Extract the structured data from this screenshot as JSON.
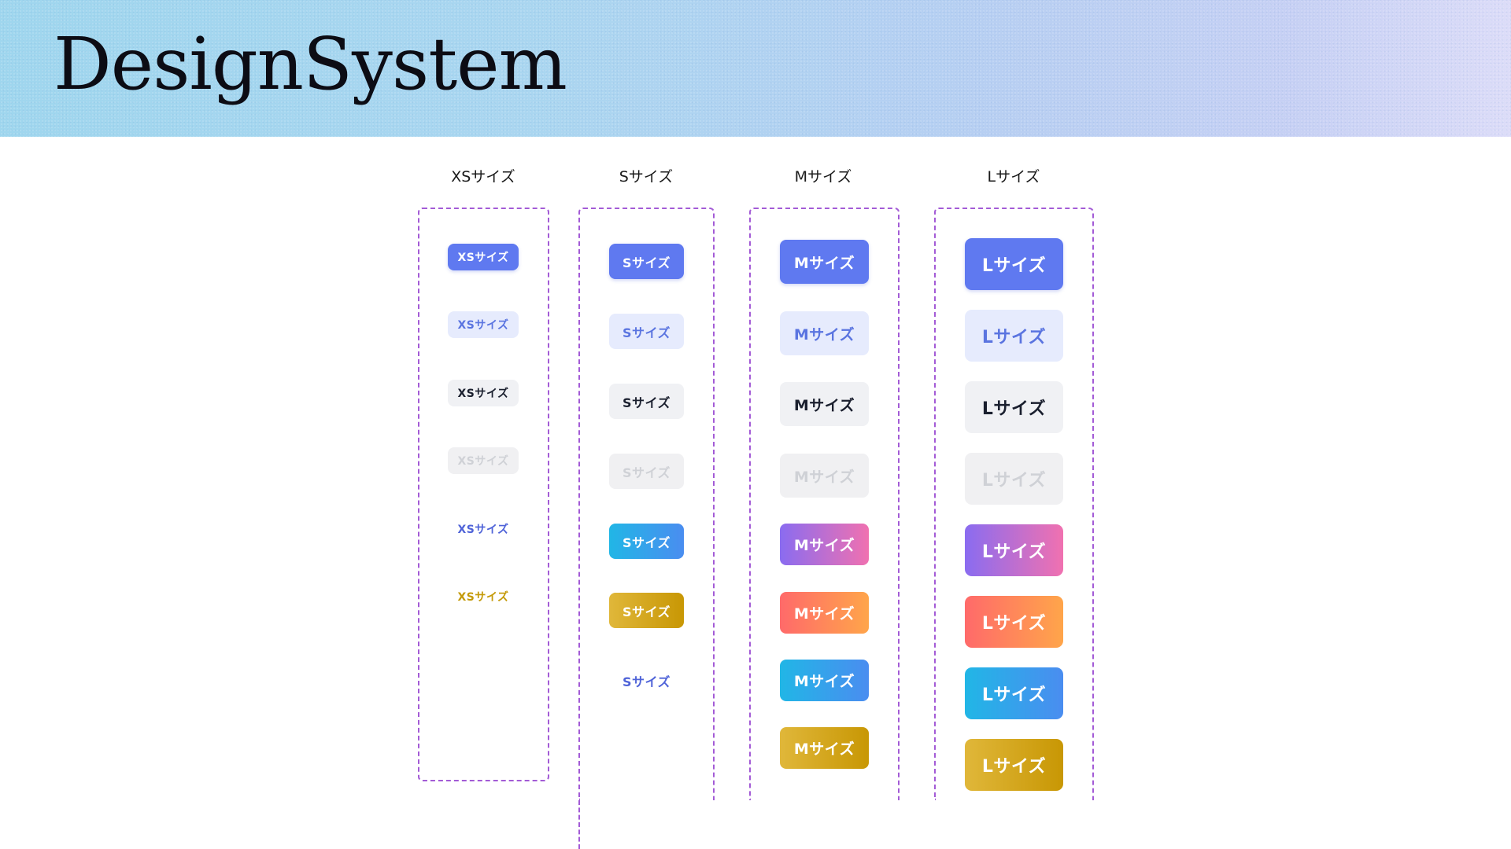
{
  "page_title": "DesignSystem",
  "colors": {
    "primary": "#5f79f0",
    "soft_bg": "#e6ebfd",
    "neutral_bg": "#f0f1f4",
    "disabled_text": "#cfd1d6",
    "column_border": "#a35bd6",
    "gold": "#c49a08"
  },
  "columns": {
    "xs": {
      "title": "XSサイズ",
      "buttons": [
        "XSサイズ",
        "XSサイズ",
        "XSサイズ",
        "XSサイズ",
        "XSサイズ",
        "XSサイズ"
      ]
    },
    "s": {
      "title": "Sサイズ",
      "buttons": [
        "Sサイズ",
        "Sサイズ",
        "Sサイズ",
        "Sサイズ",
        "Sサイズ",
        "Sサイズ",
        "Sサイズ"
      ]
    },
    "m": {
      "title": "Mサイズ",
      "buttons": [
        "Mサイズ",
        "Mサイズ",
        "Mサイズ",
        "Mサイズ",
        "Mサイズ",
        "Mサイズ",
        "Mサイズ",
        "Mサイズ"
      ]
    },
    "l": {
      "title": "Lサイズ",
      "buttons": [
        "Lサイズ",
        "Lサイズ",
        "Lサイズ",
        "Lサイズ",
        "Lサイズ",
        "Lサイズ",
        "Lサイズ",
        "Lサイズ"
      ]
    }
  }
}
